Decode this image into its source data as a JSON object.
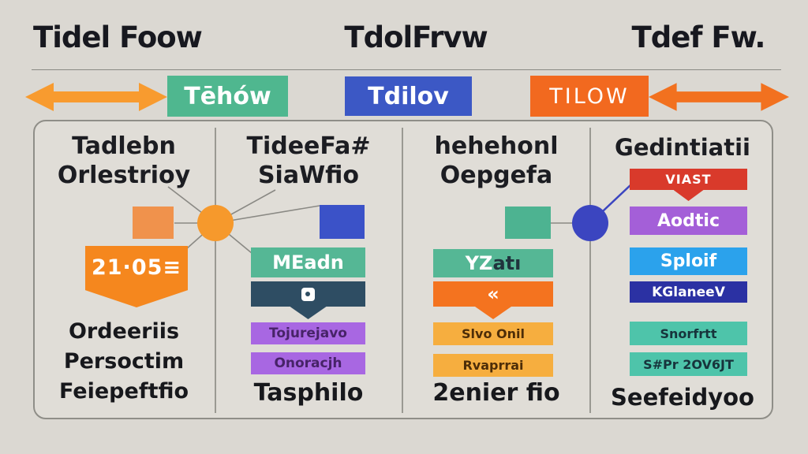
{
  "canvas": {
    "bg": "#dbd8d2",
    "panel_bg": "#e0ddd7",
    "panel_border": "#8f8e88",
    "line_color": "#8a8984"
  },
  "titles": {
    "left": "Tidel Foow",
    "center": "TdolFrvw",
    "right": "Tdef Fw."
  },
  "flow": {
    "left_arrow": {
      "color": "#F89B2F"
    },
    "right_arrow": {
      "color": "#F2711F"
    },
    "step1": {
      "label": "Tēhów",
      "bg": "#4FB78F",
      "fg": "#ffffff"
    },
    "step2": {
      "label": "Tdilov",
      "bg": "#3C58C5",
      "fg": "#ffffff"
    },
    "step3": {
      "label": "TILOW",
      "bg": "#F2691F",
      "fg": "#ffffff"
    }
  },
  "col1": {
    "header1": "Tadlebn",
    "header2": "Orlestrioy",
    "square": {
      "color": "#F0924C"
    },
    "circle": {
      "color": "#F6992C"
    },
    "badge": {
      "label": "21·05≡",
      "bg": "#F5871E",
      "fg": "#ffffff"
    },
    "footer1": "Ordeeriis",
    "footer2": "Persoctim",
    "footer3": "Feiepeftfio"
  },
  "col2": {
    "header1": "TideeFa#",
    "header2": "SiaWfio",
    "square": {
      "color": "#3B52C8"
    },
    "box_mean": {
      "label": "MEadn",
      "bg": "#55B795",
      "fg": "#ffffff"
    },
    "box_dark": {
      "bg": "#2E4D63",
      "icon": "app-window-icon"
    },
    "box_purple1": {
      "label": "Tojurejavo",
      "bg": "#A867E2",
      "fg": "#472368"
    },
    "box_purple2": {
      "label": "Onoracjh",
      "bg": "#A867E2",
      "fg": "#472368"
    },
    "footer1": "Tasphilo"
  },
  "col3": {
    "header1": "hehehonl",
    "header2": "Oepgefa",
    "square": {
      "color": "#4DB391"
    },
    "circle": {
      "color": "#3B45C0"
    },
    "box_teal": {
      "label_light": "YZ",
      "label_dark": "atı",
      "bg": "#55B795",
      "fg": "#ffffff",
      "fg_dark": "#20333d"
    },
    "box_orange": {
      "label": "«",
      "bg": "#F4731F",
      "fg": "#ffffff"
    },
    "box_yellow1": {
      "label": "Slvo Onil",
      "bg": "#F6AE3F",
      "fg": "#4d2d08"
    },
    "box_yellow2": {
      "label": "Rvaprrai",
      "bg": "#F6AE3F",
      "fg": "#4d2d08"
    },
    "footer1": "2enier fio"
  },
  "col4": {
    "header1": "Gedintiatii",
    "box_red": {
      "label": "VIAST",
      "bg": "#D93A2B",
      "fg": "#ffffff"
    },
    "box_purple": {
      "label": "Aodtic",
      "bg": "#A45FD8",
      "fg": "#ffffff"
    },
    "box_blue": {
      "label": "Sploif",
      "bg": "#2BA2EC",
      "fg": "#ffffff"
    },
    "box_navy": {
      "label": "KGlaneeV",
      "bg": "#2B31A3",
      "fg": "#ffffff"
    },
    "box_teal1": {
      "label": "Snorfrtt",
      "bg": "#4EC4AA",
      "fg": "#17343c"
    },
    "box_teal2": {
      "label": "S#Pr 2OV6JT",
      "bg": "#4EC4AA",
      "fg": "#17343c"
    },
    "footer1": "Seefeidyoo"
  }
}
